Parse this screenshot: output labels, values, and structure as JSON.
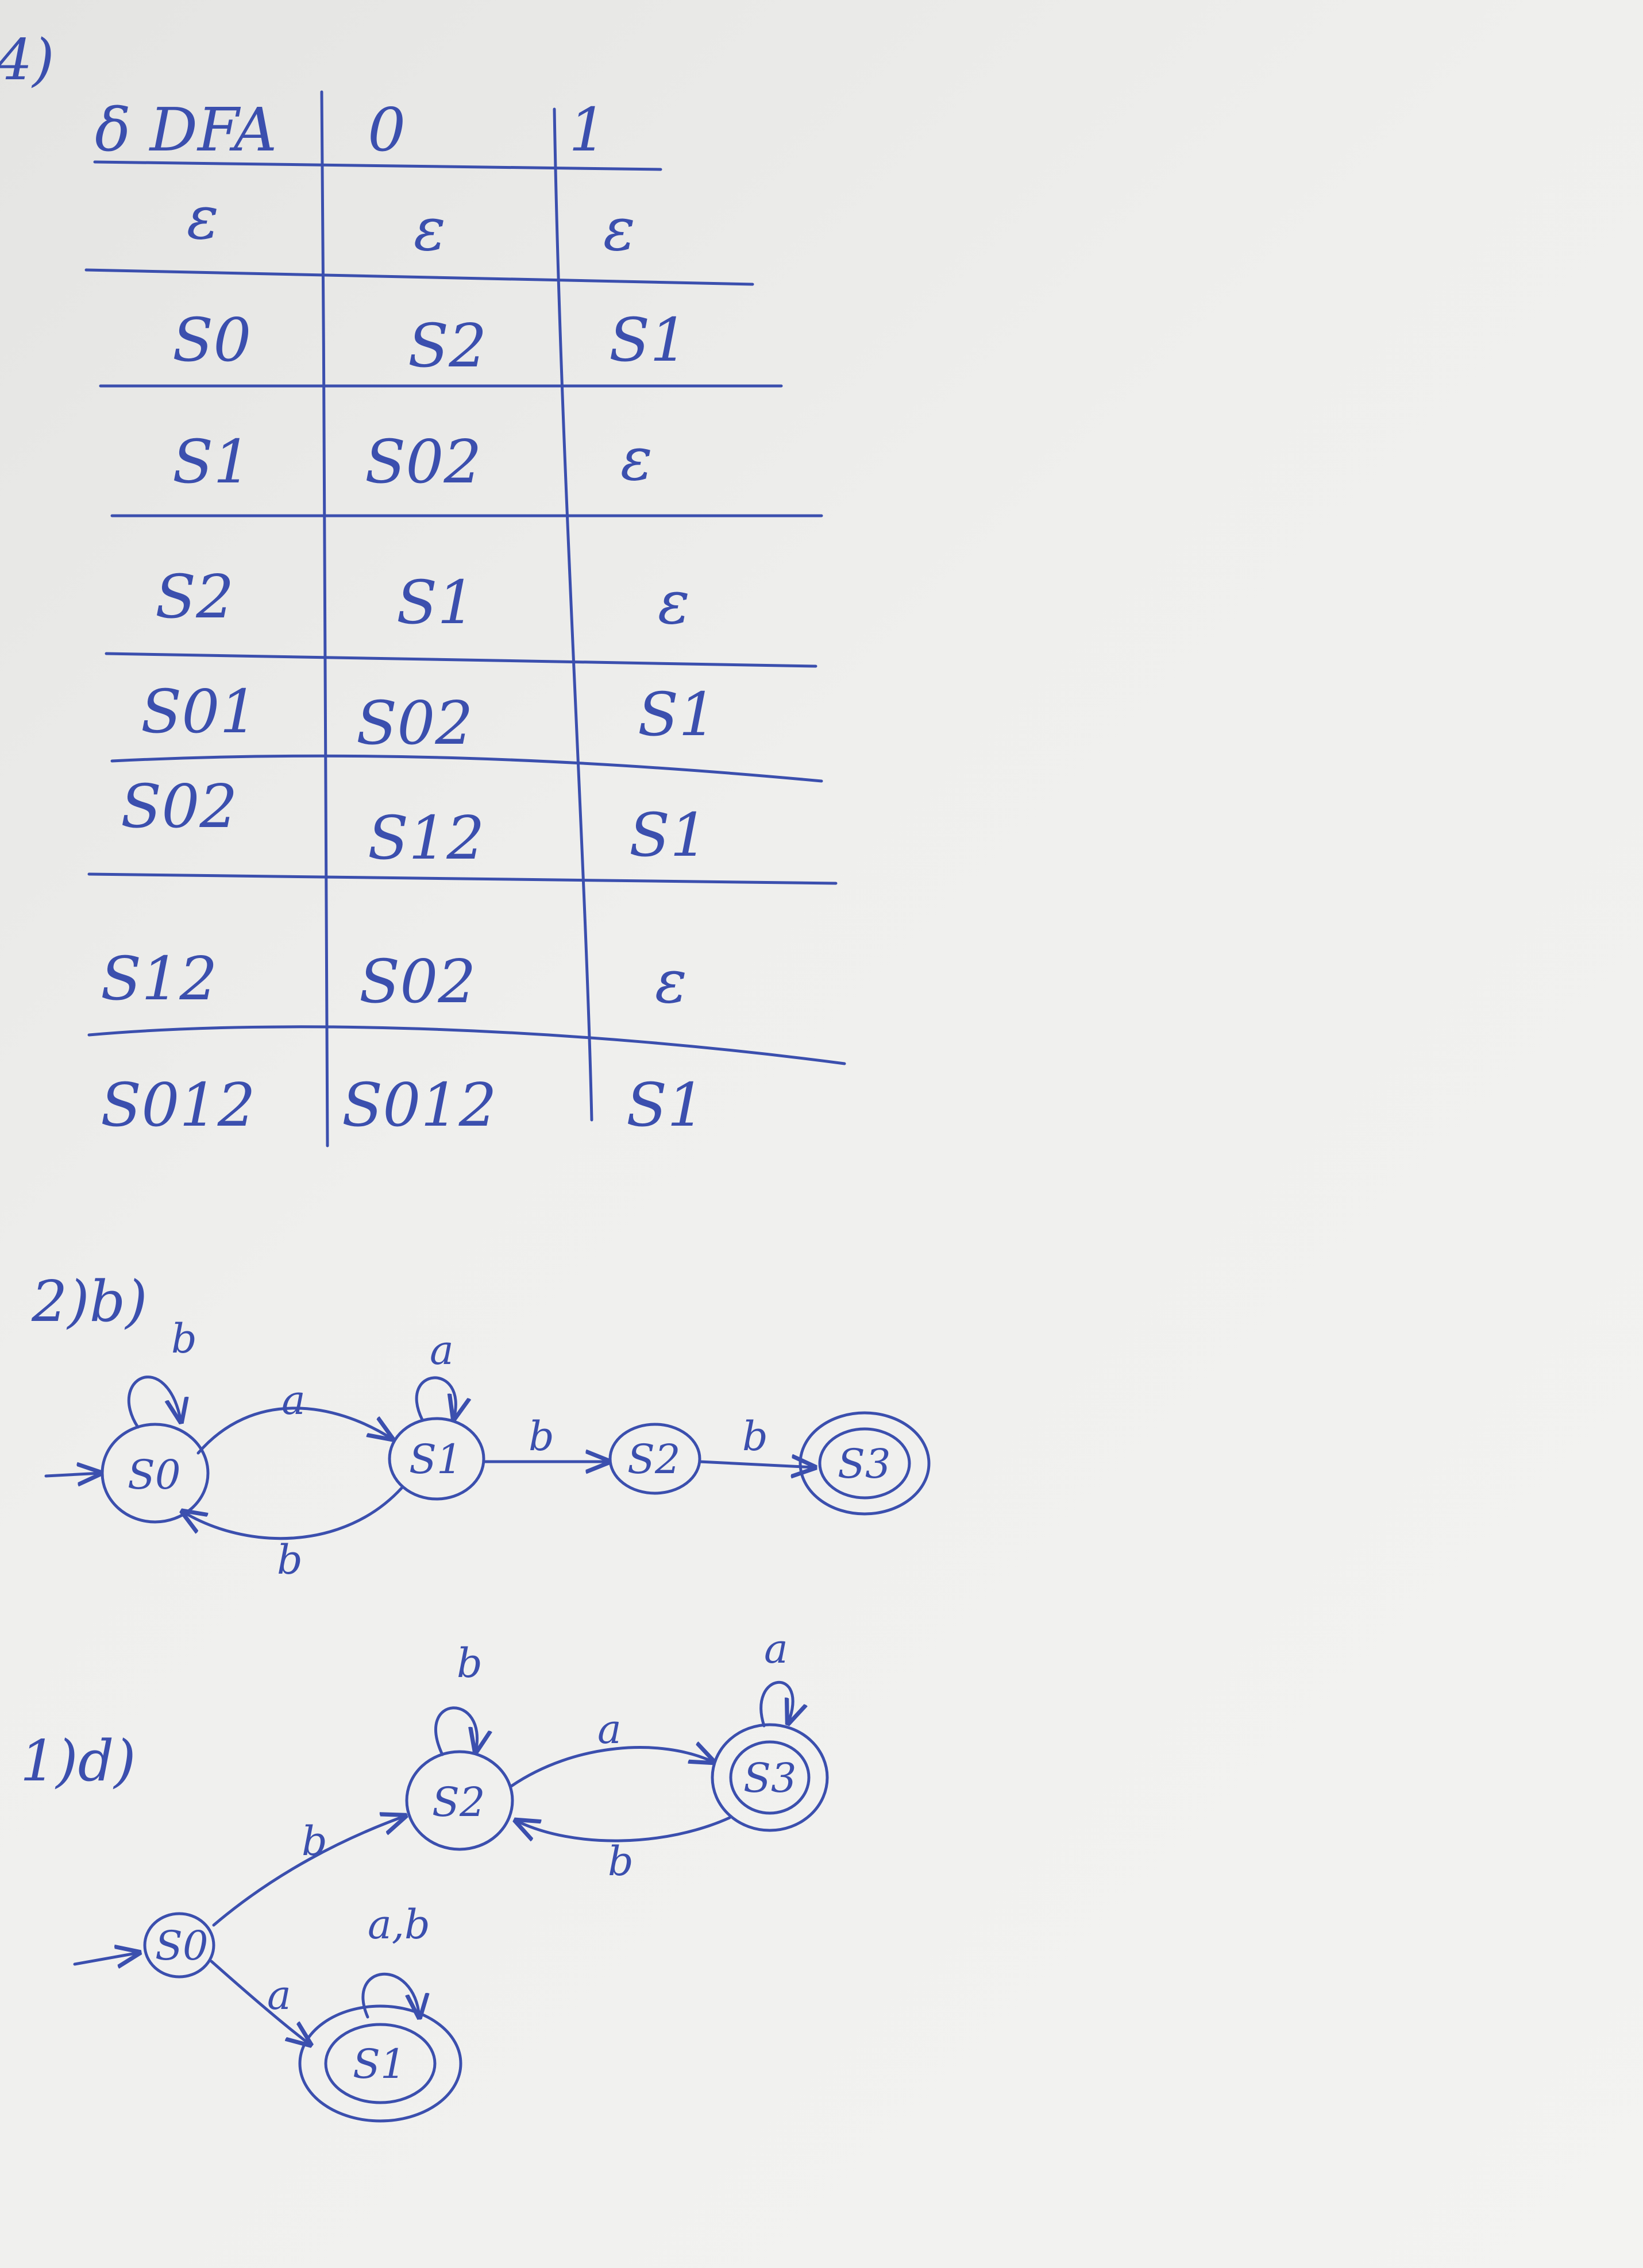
{
  "q4": {
    "label": "4)",
    "table": {
      "headers": [
        "δ DFA",
        "0",
        "1"
      ],
      "rows": [
        [
          "ε",
          "ε",
          "ε"
        ],
        [
          "S0",
          "S2",
          "S1"
        ],
        [
          "S1",
          "S02",
          "ε"
        ],
        [
          "S2",
          "S1",
          "ε"
        ],
        [
          "S01",
          "S02",
          "S1"
        ],
        [
          "S02",
          "S12",
          "S1"
        ],
        [
          "S12",
          "S02",
          "ε"
        ],
        [
          "S012",
          "S012",
          "S1"
        ]
      ]
    }
  },
  "q2b": {
    "label": "2)b)",
    "states": [
      "S0",
      "S1",
      "S2",
      "S3"
    ],
    "edges": {
      "s0_loop": "b",
      "s0_s1": "a",
      "s1_s0": "b",
      "s1_loop": "a",
      "s1_s2": "b",
      "s2_s3": "b"
    }
  },
  "q1d": {
    "label": "1)d)",
    "states": [
      "S0",
      "S2",
      "S3",
      "S1"
    ],
    "edges": {
      "s2_loop": "b",
      "s2_s3": "a",
      "s3_s2": "b",
      "s3_loop": "a",
      "s0_s2": "b",
      "s0_s1": "a",
      "s1_loop": "a,b"
    }
  },
  "colors": {
    "ink": "#3b4fae",
    "paper": "#efefed",
    "background": "#4a4d4c"
  }
}
